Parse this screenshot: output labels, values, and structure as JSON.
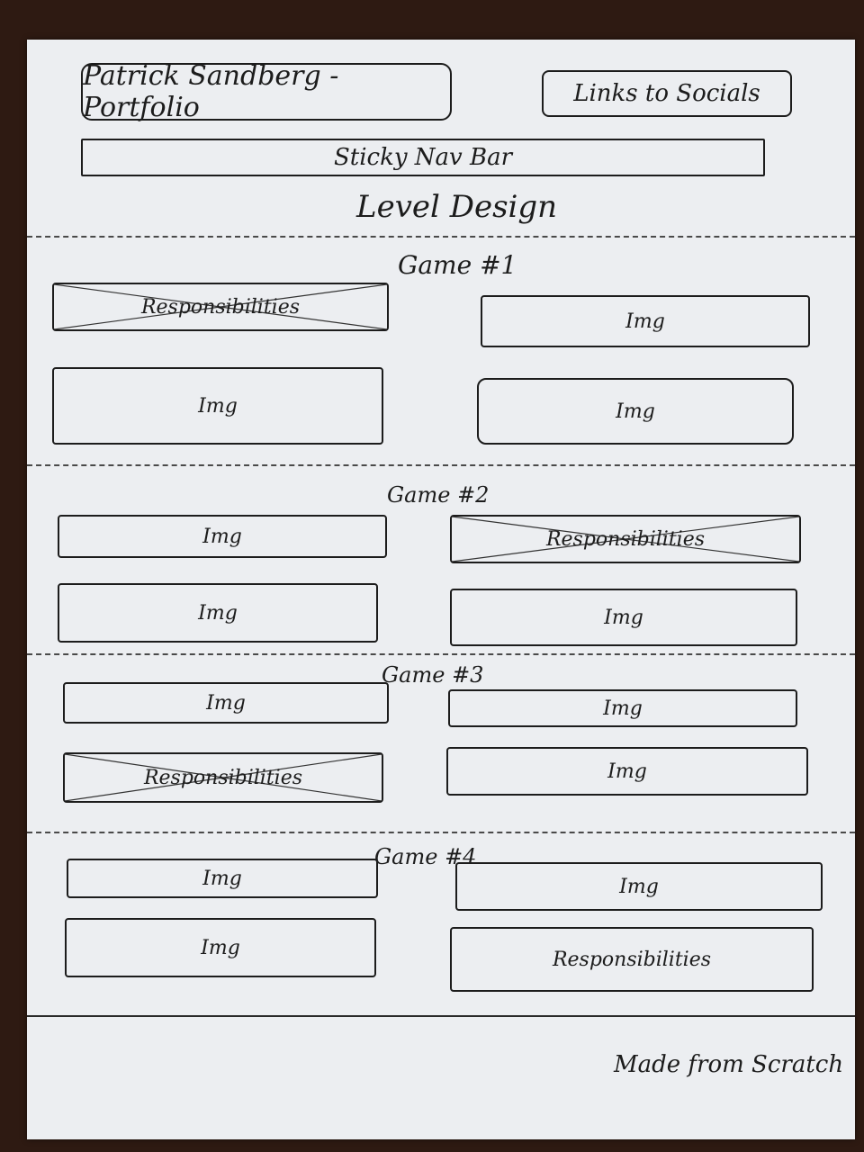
{
  "header": {
    "title": "Patrick Sandberg - Portfolio",
    "socials": "Links to Socials",
    "nav": "Sticky Nav Bar"
  },
  "section_title": "Level Design",
  "games": [
    {
      "label": "Game #1",
      "cells": [
        "Responsibilities",
        "Img",
        "Img",
        "Img"
      ]
    },
    {
      "label": "Game #2",
      "cells": [
        "Img",
        "Responsibilities",
        "Img",
        "Img"
      ]
    },
    {
      "label": "Game #3",
      "cells": [
        "Img",
        "Img",
        "Responsibilities",
        "Img"
      ]
    },
    {
      "label": "Game #4",
      "cells": [
        "Img",
        "Img",
        "Img",
        "Responsibilities"
      ]
    }
  ],
  "footer": "Made from Scratch"
}
